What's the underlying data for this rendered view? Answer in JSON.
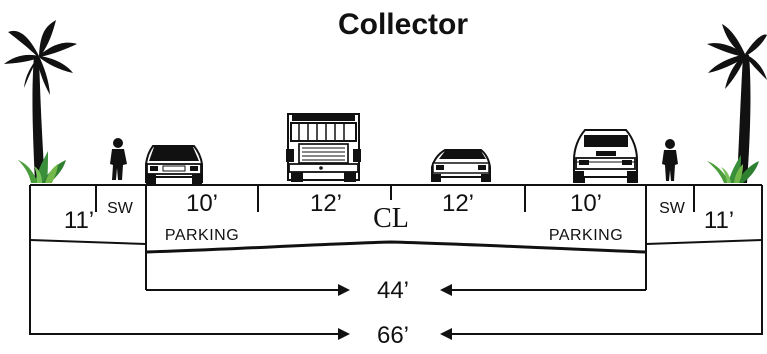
{
  "title": "Collector",
  "labels": {
    "left_sidewalk_width": "11’",
    "left_sidewalk_code": "SW",
    "left_parking_width": "10’",
    "left_parking_label": "PARKING",
    "left_travel_lane_width": "12’",
    "centerline": "CL",
    "right_travel_lane_width": "12’",
    "right_parking_width": "10’",
    "right_parking_label": "PARKING",
    "right_sidewalk_code": "SW",
    "right_sidewalk_width": "11’",
    "curb_to_curb_dimension": "44’",
    "row_dimension": "66’"
  },
  "icons": {
    "left_tree": "palm-tree-icon",
    "left_shrub": "shrub-icon",
    "left_pedestrian": "pedestrian-icon",
    "left_car": "car-icon",
    "bus": "bus-icon",
    "center_car": "car-icon",
    "right_suv": "suv-icon",
    "right_pedestrian": "pedestrian-icon",
    "right_shrub": "shrub-icon",
    "right_tree": "palm-tree-icon"
  },
  "colors": {
    "line": "#111111",
    "background": "#ffffff",
    "foliage": "#3a8f3a"
  }
}
